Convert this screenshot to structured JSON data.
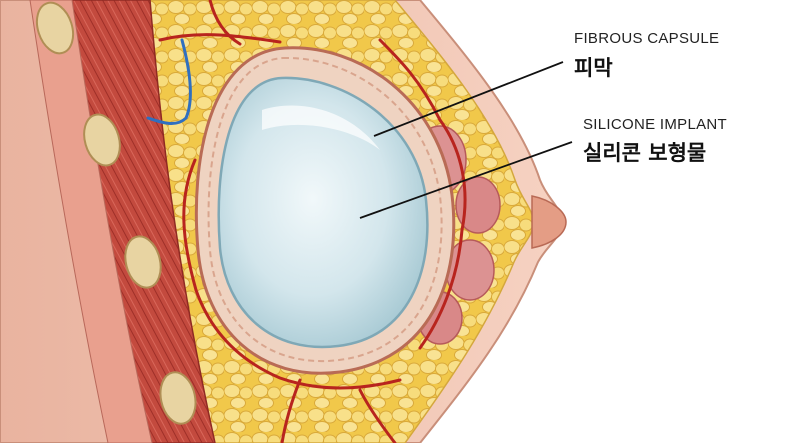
{
  "labels": {
    "fibrous_capsule": {
      "en": "FIBROUS CAPSULE",
      "ko": "피막"
    },
    "silicone_implant": {
      "en": "SILICONE IMPLANT",
      "ko": "실리콘 보형물"
    }
  },
  "colors": {
    "background": "#ffffff",
    "skin": "#f2c7b4",
    "skin_outline": "#c98f7a",
    "fat": "#f4d25c",
    "fat_lobule": "#f7df7e",
    "muscle": "#c2453a",
    "rib": "#e6d3a4",
    "capsule": "#efd2c0",
    "implant": "#cfe3ea",
    "implant_highlight": "#eef6f8",
    "vessel": "#b8241e",
    "vein": "#2f6fc0",
    "gland": "#d98a8a",
    "leader_line": "#111111"
  }
}
